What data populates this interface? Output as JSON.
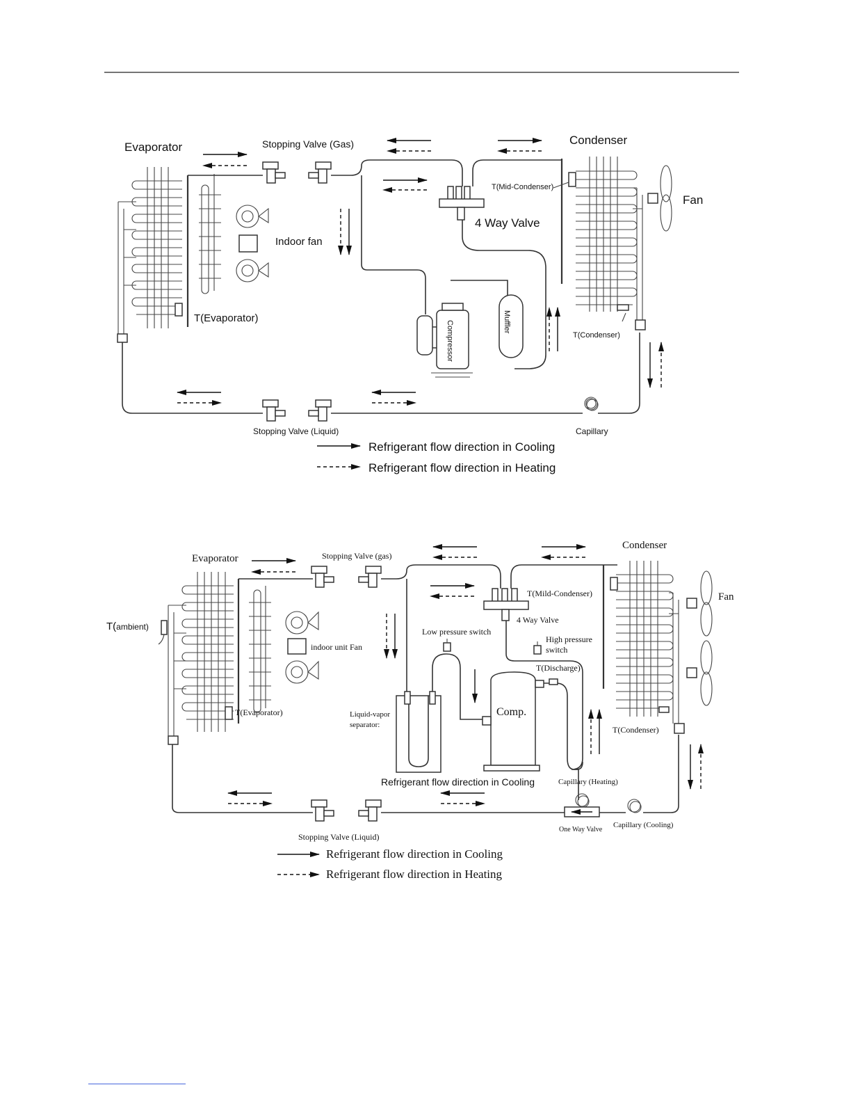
{
  "diagram1": {
    "evaporator": "Evaporator",
    "stopping_valve_gas": "Stopping Valve (Gas)",
    "condenser": "Condenser",
    "fan": "Fan",
    "t_mid_condenser": "T(Mid-Condenser)",
    "four_way_valve": "4 Way Valve",
    "indoor_fan": "Indoor fan",
    "t_evaporator": "T(Evaporator)",
    "compressor": "Compressor",
    "muffler": "Muffler",
    "t_condenser": "T(Condenser)",
    "stopping_valve_liquid": "Stopping Valve (Liquid)",
    "capillary": "Capillary",
    "legend_cooling": "Refrigerant flow direction in Cooling",
    "legend_heating": "Refrigerant flow direction in Heating"
  },
  "diagram2": {
    "evaporator": "Evaporator",
    "stopping_valve_gas": "Stopping Valve (gas)",
    "condenser": "Condenser",
    "fan": "Fan",
    "t_ambient_prefix": "T(",
    "t_ambient_suffix": "ambient)",
    "indoor_unit_fan": "indoor unit Fan",
    "t_mild_condenser": "T(Mild-Condenser)",
    "four_way_valve": "4 Way Valve",
    "low_pressure_switch": "Low pressure switch",
    "high_pressure_switch_1": "High pressure",
    "high_pressure_switch_2": "switch",
    "t_discharge": "T(Discharge)",
    "liquid_vapor_1": "Liquid-vapor",
    "liquid_vapor_2": "separator:",
    "comp": "Comp.",
    "t_evaporator": "T(Evaporator)",
    "t_condenser": "T(Condenser)",
    "center_caption": "Refrigerant flow direction in Cooling",
    "capillary_heating": "Capillary (Heating)",
    "one_way_valve": "One Way Valve",
    "capillary_cooling": "Capillary (Cooling)",
    "stopping_valve_liquid": "Stopping Valve (Liquid)",
    "legend_cooling": "Refrigerant flow direction in Cooling",
    "legend_heating": "Refrigerant flow direction in Heating"
  }
}
